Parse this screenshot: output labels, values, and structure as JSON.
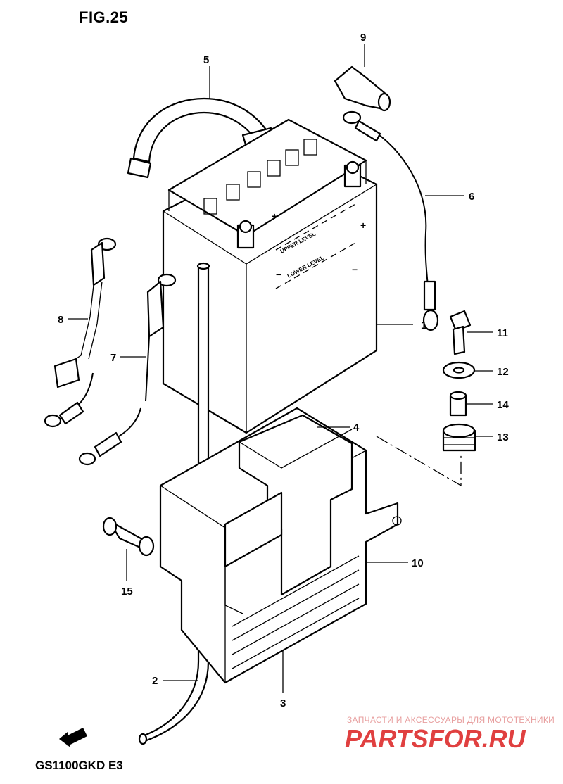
{
  "figure": {
    "title": "FIG.25",
    "model": "GS1100GKD E3"
  },
  "callouts": [
    {
      "id": "1",
      "part": "battery"
    },
    {
      "id": "2",
      "part": "breather-tube"
    },
    {
      "id": "3",
      "part": "battery-holder"
    },
    {
      "id": "4",
      "part": "battery-cover"
    },
    {
      "id": "5",
      "part": "battery-band"
    },
    {
      "id": "6",
      "part": "battery-lead-plus"
    },
    {
      "id": "7",
      "part": "battery-lead-minus"
    },
    {
      "id": "8",
      "part": "lead-wire"
    },
    {
      "id": "9",
      "part": "terminal-cap"
    },
    {
      "id": "10",
      "part": "holder-bracket"
    },
    {
      "id": "11",
      "part": "bolt"
    },
    {
      "id": "12",
      "part": "washer"
    },
    {
      "id": "13",
      "part": "cushion"
    },
    {
      "id": "14",
      "part": "spacer"
    },
    {
      "id": "15",
      "part": "clamp-grommet"
    }
  ],
  "battery_markings": {
    "upper": "UPPER LEVEL",
    "lower": "LOWER LEVEL"
  },
  "watermark": {
    "tagline": "ЗАПЧАСТИ И АКСЕССУАРЫ ДЛЯ МОТОТЕХНИКИ",
    "brand": "PARTSFOR.RU",
    "color": "#e8a0a0",
    "brand_color": "#e04040"
  }
}
